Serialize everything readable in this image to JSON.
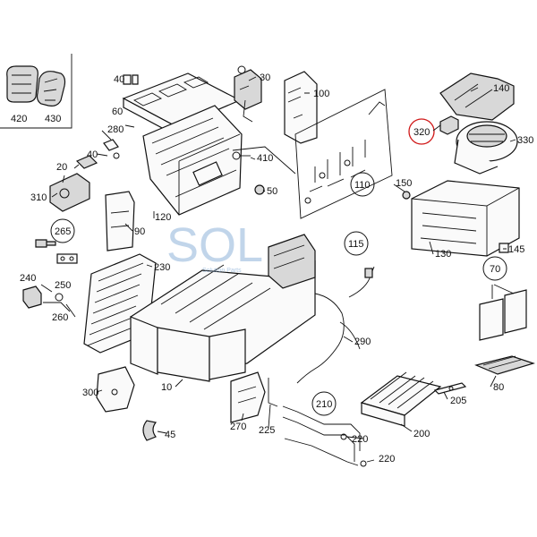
{
  "callouts": {
    "c10": "10",
    "c20": "20",
    "c30": "30",
    "c40": "40",
    "c45": "45",
    "c50": "50",
    "c60": "60",
    "c70": "70",
    "c80": "80",
    "c90": "90",
    "c100": "100",
    "c110": "110",
    "c115": "115",
    "c120": "120",
    "c130": "130",
    "c140": "140",
    "c145": "145",
    "c150": "150",
    "c200": "200",
    "c205": "205",
    "c210": "210",
    "c220a": "220",
    "c220b": "220",
    "c225": "225",
    "c230": "230",
    "c240": "240",
    "c250": "250",
    "c260": "260",
    "c265": "265",
    "c270": "270",
    "c280": "280",
    "c290": "290",
    "c300": "300",
    "c310": "310",
    "c320": "320",
    "c330": "330",
    "c410": "410",
    "c420": "420",
    "c430": "430"
  },
  "watermark": "SOL",
  "watermark_sub": "Solution Parts",
  "colors": {
    "highlight": "#d01818",
    "watermark": "#8fb3d9",
    "watermark_accent": "#f0a030"
  }
}
